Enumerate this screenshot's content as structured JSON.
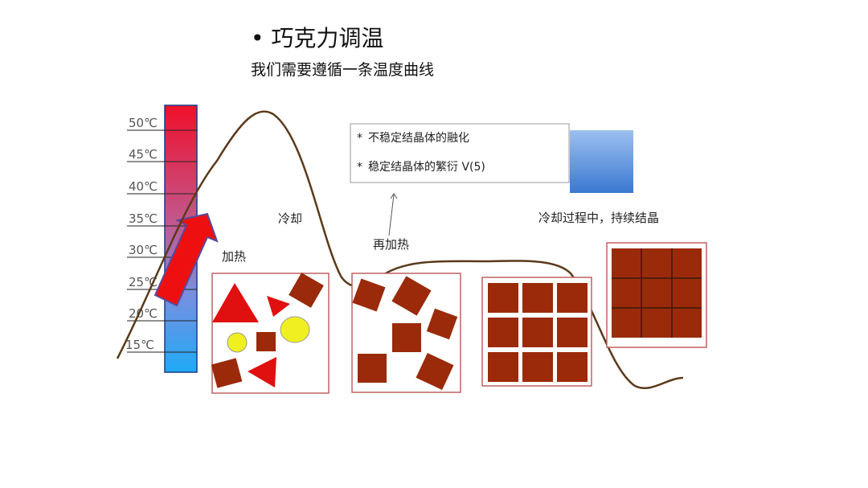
{
  "title": "• 巧克力调温",
  "subtitle": "我们需要遵循一条温度曲线",
  "scale": {
    "ticks": [
      "50℃",
      "45℃",
      "40℃",
      "35℃",
      "30℃",
      "25℃",
      "20℃",
      "15℃"
    ]
  },
  "labels": {
    "heat": "加热",
    "cool": "冷却",
    "reheat": "再加热",
    "cool_crystallize": "冷却过程中，持续结晶"
  },
  "notes": [
    "不稳定结晶体的融化",
    "稳定结晶体的繁衍 V(5)"
  ],
  "colors": {
    "curve": "#5a3a1a",
    "crystal": "#9a2a0a",
    "box_border": "#c06060",
    "unstable": "#e01010",
    "fat": "#f0f020"
  }
}
